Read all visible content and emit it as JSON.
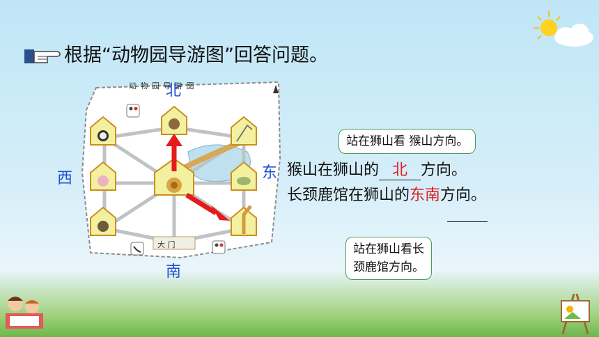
{
  "slide": {
    "title": "根据“动物园导游图”回答问题。"
  },
  "map": {
    "map_title": "动 物 园 导 游 图",
    "gate_label": "大 门",
    "directions": {
      "north": "北",
      "south": "南",
      "east": "东",
      "west": "西"
    }
  },
  "bubbles": {
    "top": "站在狮山看  猴山方向。",
    "bottom_line1": "站在狮山看长",
    "bottom_line2": "颈鹿馆方向。"
  },
  "q1": {
    "prefix": "猴山在狮山的",
    "answer": "北",
    "suffix": "方向。"
  },
  "q2": {
    "prefix": "长颈鹿馆在狮山的",
    "answer": "东南",
    "suffix": "方向。"
  },
  "colors": {
    "answer": "#e02020",
    "direction": "#1f4fcf",
    "arrow": "#e51b1b"
  },
  "icons": [
    "pointing-hand-icon",
    "sun-cloud-icon",
    "restroom-icon",
    "telephone-icon",
    "compass-icon",
    "reading-kids-icon",
    "easel-icon"
  ]
}
